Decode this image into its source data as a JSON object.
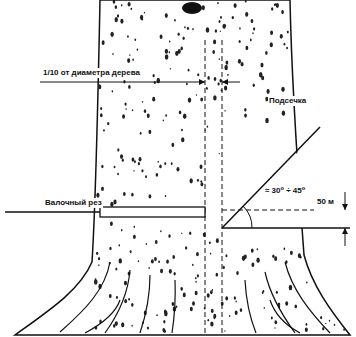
{
  "diagram": {
    "labels": [
      "1/10 от диаметра дерева",
      "Подсечка",
      "Валочный рез",
      "≈ 30⁰ ÷ 45⁰",
      "50 м"
    ]
  }
}
